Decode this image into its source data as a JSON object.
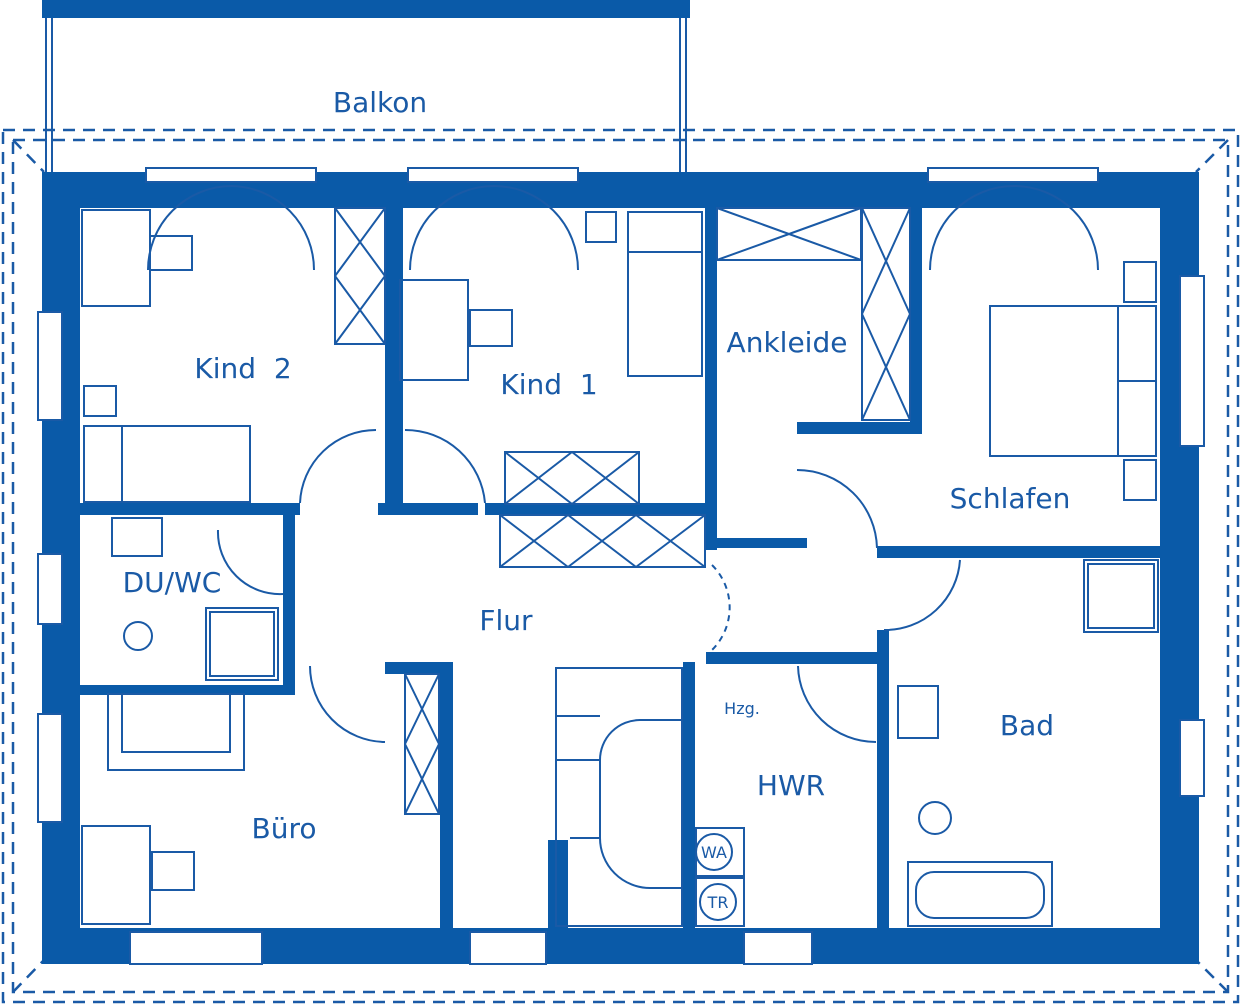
{
  "colors": {
    "primary": "#0a5aa8",
    "line": "#1a5aa6",
    "background": "#ffffff"
  },
  "rooms": {
    "balkon": "Balkon",
    "kind2": "Kind  2",
    "kind1": "Kind  1",
    "ankleide": "Ankleide",
    "schlafen": "Schlafen",
    "duwc": "DU/WC",
    "flur": "Flur",
    "buero": "Büro",
    "hwr": "HWR",
    "bad": "Bad"
  },
  "fixtures": {
    "heating": "Hzg.",
    "washer": "WA",
    "dryer": "TR"
  }
}
